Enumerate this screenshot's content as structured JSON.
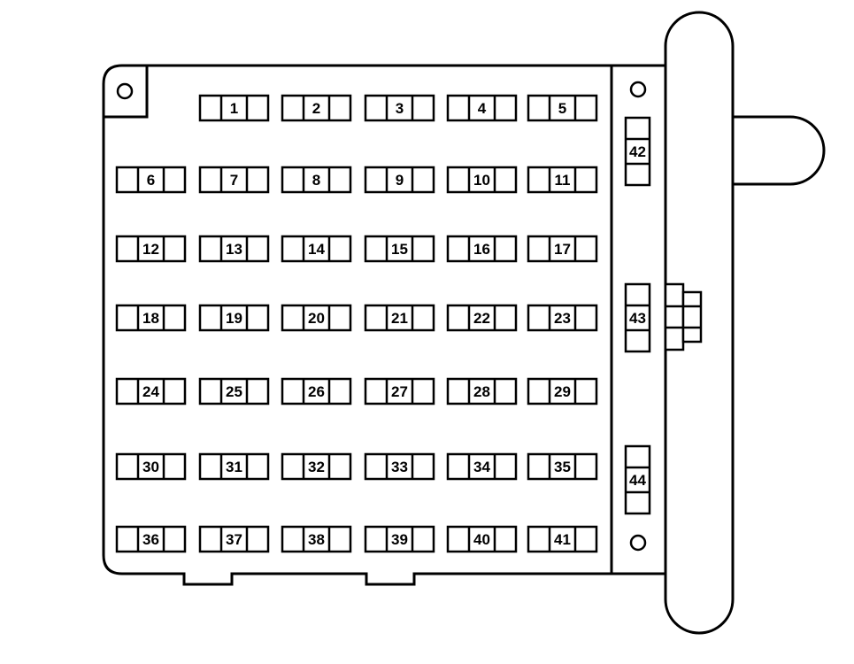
{
  "diagram": {
    "line_color": "#000000",
    "background": "#ffffff",
    "main_grid": [
      [
        "",
        "1",
        "2",
        "3",
        "4",
        "5"
      ],
      [
        "6",
        "7",
        "8",
        "9",
        "10",
        "11"
      ],
      [
        "12",
        "13",
        "14",
        "15",
        "16",
        "17"
      ],
      [
        "18",
        "19",
        "20",
        "21",
        "22",
        "23"
      ],
      [
        "24",
        "25",
        "26",
        "27",
        "28",
        "29"
      ],
      [
        "30",
        "31",
        "32",
        "33",
        "34",
        "35"
      ],
      [
        "36",
        "37",
        "38",
        "39",
        "40",
        "41"
      ]
    ],
    "side_fuses": [
      "42",
      "43",
      "44"
    ]
  }
}
